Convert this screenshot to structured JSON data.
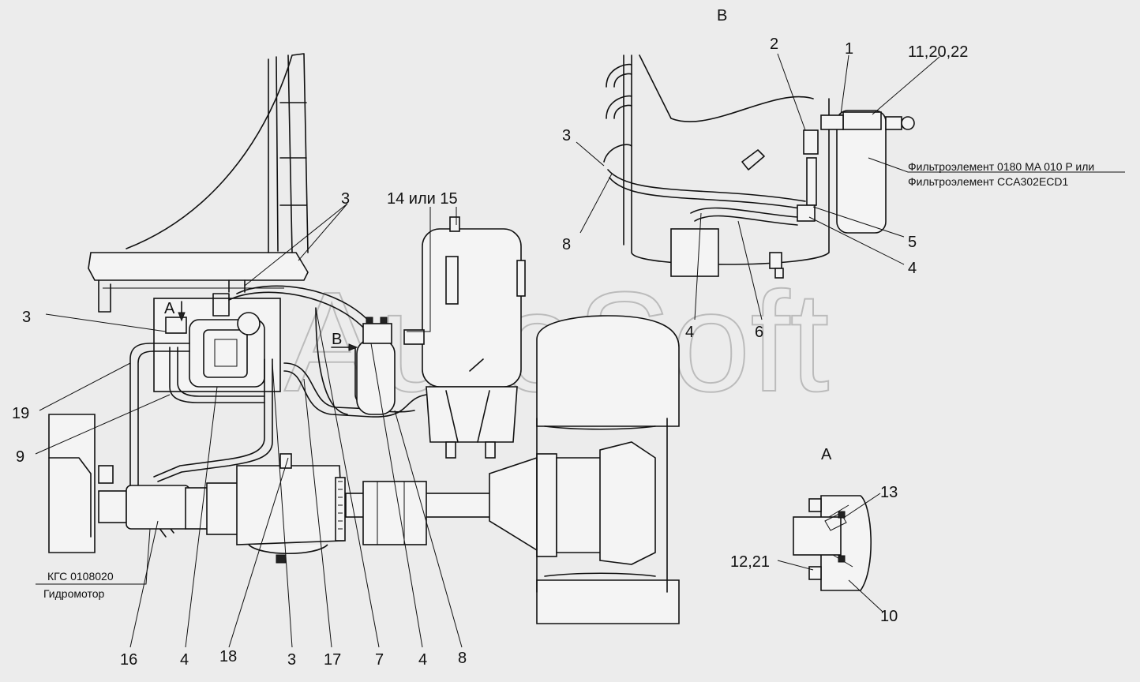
{
  "watermark": "AutoSoft",
  "views": {
    "view_b_title": "В",
    "view_a_title": "A",
    "arrow_a": "A",
    "arrow_b": "B"
  },
  "callouts_main": {
    "c3_top": "3",
    "c14_15": "14 или 15",
    "c3_left": "3",
    "c19": "19",
    "c9": "9",
    "c16": "16",
    "c4_a": "4",
    "c18": "18",
    "c3_bottom": "3",
    "c17": "17",
    "c7": "7",
    "c4_b": "4",
    "c8": "8"
  },
  "callouts_view_b": {
    "c2": "2",
    "c1": "1",
    "c11_20_22": "11,20,22",
    "c3": "3",
    "c8": "8",
    "c5": "5",
    "c4_right": "4",
    "c4_bottom": "4",
    "c6": "6"
  },
  "callouts_view_a": {
    "c13": "13",
    "c12_21": "12,21",
    "c10": "10"
  },
  "notes": {
    "filter_line1": "Фильтроэлемент 0180 MA 010 P или",
    "filter_line2": "Фильтроэлемент CCA302ECD1",
    "motor_line1": "КГС 0108020",
    "motor_line2": "Гидромотор"
  }
}
